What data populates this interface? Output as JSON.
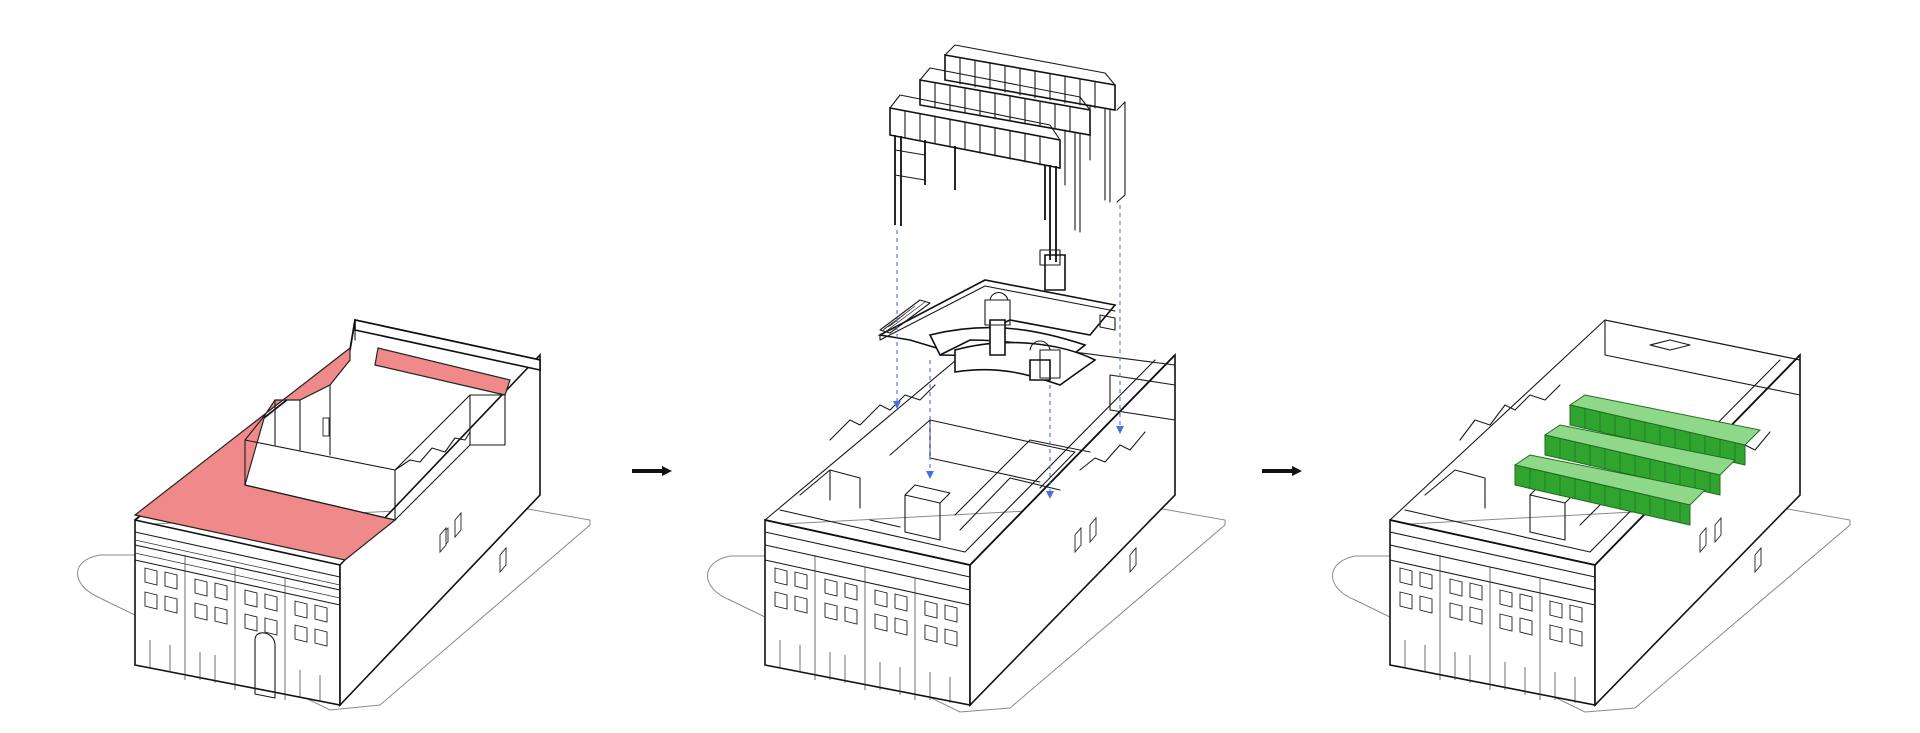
{
  "diagram": {
    "stages": [
      {
        "id": "existing",
        "highlight_color": "#f08a8a"
      },
      {
        "id": "exploded",
        "guide_color": "#4a6fe0"
      },
      {
        "id": "result",
        "insert_color": "#2fa52f",
        "insert_color_light": "#8fd88a"
      }
    ],
    "arrows": [
      {
        "icon": "arrow-right-icon"
      },
      {
        "icon": "arrow-right-icon"
      }
    ]
  }
}
